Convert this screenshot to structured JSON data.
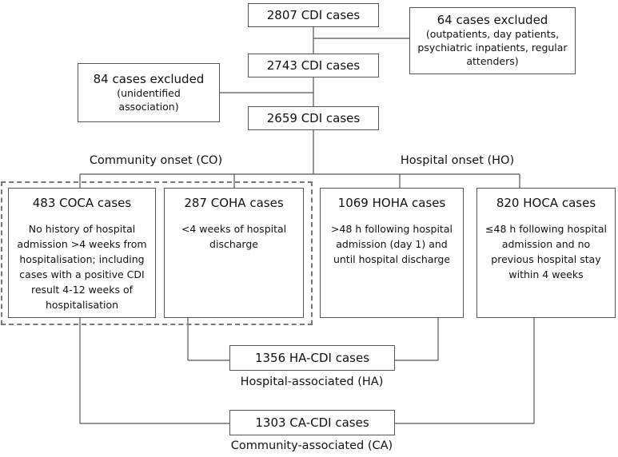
{
  "flow": {
    "total": "2807 CDI cases",
    "excluded_1_count": "64 cases excluded",
    "excluded_1_reason": "(outpatients, day patients, psychiatric inpatients, regular attenders)",
    "after_1": "2743 CDI cases",
    "excluded_2_count": "84 cases excluded",
    "excluded_2_reason": "(unidentified association)",
    "after_2": "2659 CDI cases"
  },
  "groups": {
    "community_onset": "Community onset (CO)",
    "hospital_onset": "Hospital onset (HO)",
    "hospital_associated": "Hospital-associated (HA)",
    "community_associated": "Community-associated (CA)"
  },
  "categories": [
    {
      "title": "483 COCA cases",
      "description": "No history of hospital admission >4 weeks from hospitalisation; including cases with a positive CDI result 4-12 weeks of hospitalisation"
    },
    {
      "title": "287 COHA cases",
      "description": "<4 weeks of hospital discharge"
    },
    {
      "title": "1069 HOHA cases",
      "description": ">48 h following hospital admission (day 1) and until hospital discharge"
    },
    {
      "title": "820 HOCA cases",
      "description": "≤48 h following hospital admission and no previous hospital stay within 4 weeks"
    }
  ],
  "totals": {
    "ha_cdi": "1356 HA-CDI cases",
    "ca_cdi": "1303 CA-CDI cases"
  }
}
